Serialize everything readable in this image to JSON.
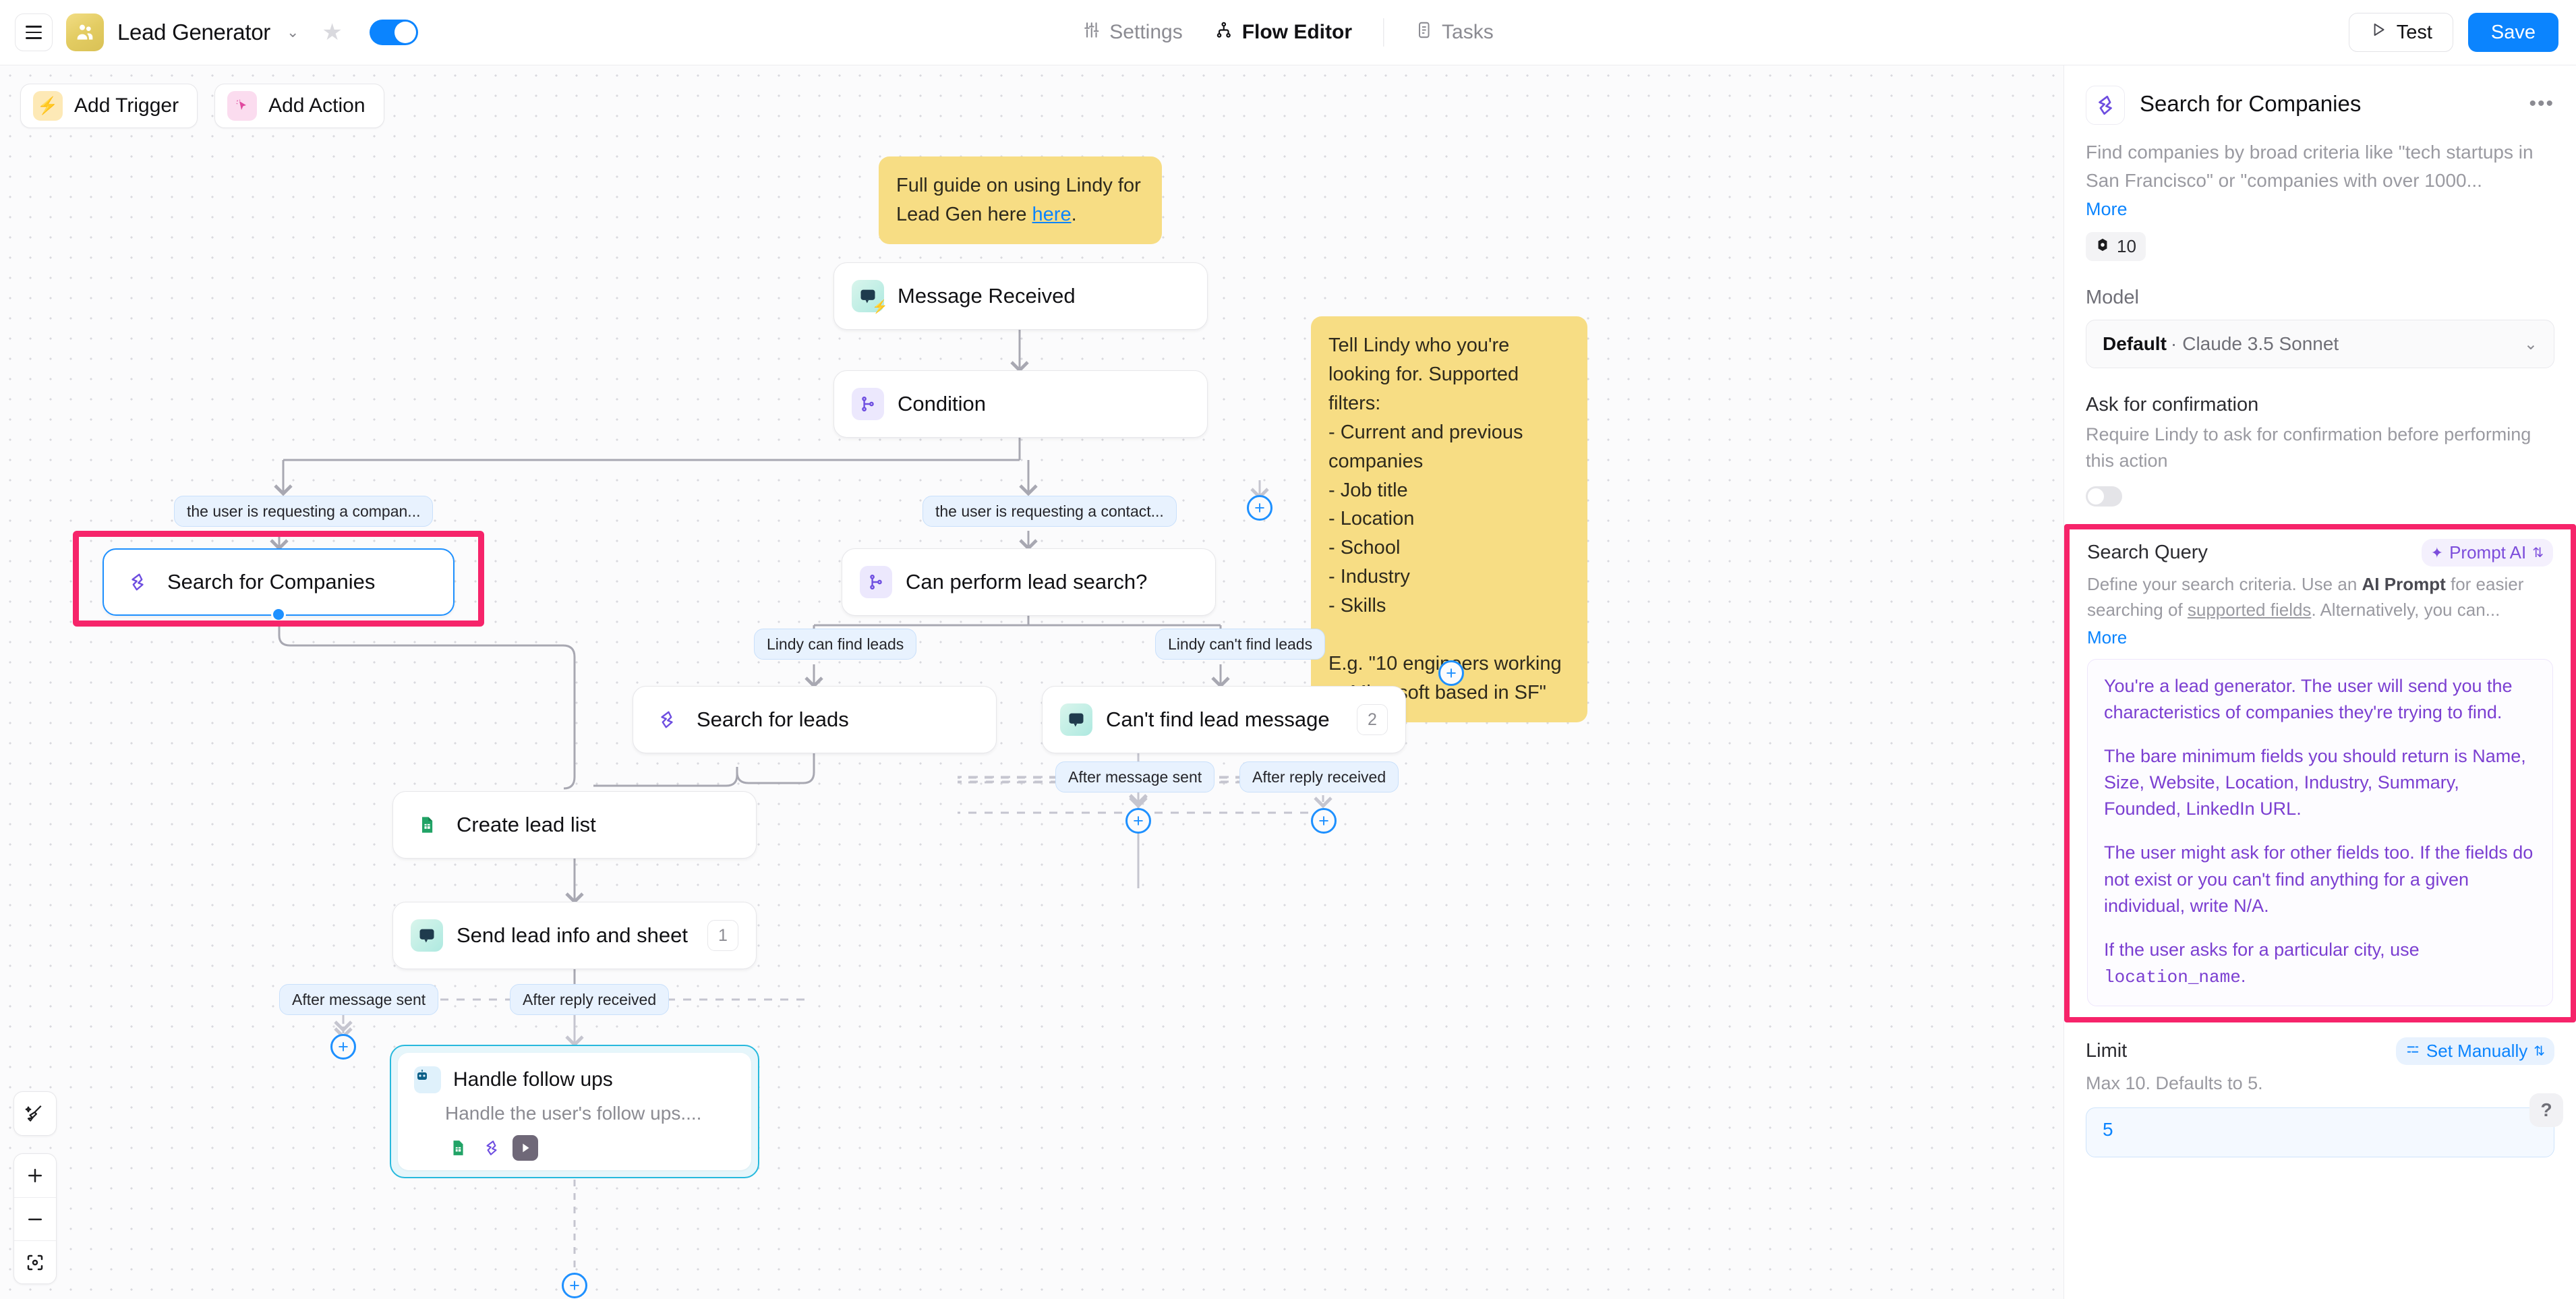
{
  "topbar": {
    "menu_icon": "hamburger-icon",
    "app_icon": "people-group-icon",
    "app_title": "Lead Generator",
    "chevron": "⌄",
    "star_icon": "★",
    "enabled_toggle": true,
    "nav": [
      {
        "label": "Settings",
        "icon": "sliders-icon",
        "active": false
      },
      {
        "label": "Flow Editor",
        "icon": "flow-tree-icon",
        "active": true
      },
      {
        "label": "Tasks",
        "icon": "tasks-list-icon",
        "active": false
      }
    ],
    "test_label": "Test",
    "save_label": "Save"
  },
  "canvas": {
    "add_trigger_label": "Add Trigger",
    "add_action_label": "Add Action",
    "sticky_notes": [
      {
        "id": "guide",
        "text_before": "Full guide on using Lindy for Lead Gen here ",
        "link_text": "here",
        "text_after": "."
      },
      {
        "id": "filters",
        "text": "Tell Lindy who you're looking for. Supported filters:\n- Current and previous companies\n- Job title\n- Location\n- School\n- Industry\n- Skills\n\nE.g. \"10 engineers working at Microsoft based in SF\""
      }
    ],
    "nodes": [
      {
        "id": "message-received",
        "label": "Message Received",
        "icon": "chat-bubble-trigger-icon",
        "count": null
      },
      {
        "id": "condition",
        "label": "Condition",
        "icon": "branch-icon",
        "count": null
      },
      {
        "id": "search-for-companies",
        "label": "Search for Companies",
        "icon": "lindy-search-icon",
        "count": null,
        "selected": true,
        "highlighted": true
      },
      {
        "id": "can-perform-lead-search",
        "label": "Can perform lead search?",
        "icon": "branch-icon",
        "count": null
      },
      {
        "id": "search-for-leads",
        "label": "Search for leads",
        "icon": "lindy-search-icon",
        "count": null
      },
      {
        "id": "cant-find-lead-message",
        "label": "Can't find lead message",
        "icon": "chat-bubble-icon",
        "count": "2"
      },
      {
        "id": "create-lead-list",
        "label": "Create lead list",
        "icon": "google-sheets-icon",
        "count": null
      },
      {
        "id": "send-lead-info-and-sheet",
        "label": "Send lead info and sheet",
        "icon": "chat-bubble-icon",
        "count": "1"
      }
    ],
    "pills": [
      {
        "id": "pill-company",
        "label": "the user is requesting a compan..."
      },
      {
        "id": "pill-contact",
        "label": "the user is requesting a contact..."
      },
      {
        "id": "pill-can-find",
        "label": "Lindy can find leads"
      },
      {
        "id": "pill-cant-find",
        "label": "Lindy can't find leads"
      },
      {
        "id": "pill-after-msg-1",
        "label": "After message sent"
      },
      {
        "id": "pill-after-reply-1",
        "label": "After reply received"
      },
      {
        "id": "pill-after-msg-2",
        "label": "After message sent"
      },
      {
        "id": "pill-after-reply-2",
        "label": "After reply received"
      }
    ],
    "agent_card": {
      "title": "Handle follow ups",
      "icon": "robot-icon",
      "subtitle": "Handle the user's follow ups....",
      "tools": [
        "google-sheets-icon",
        "lindy-search-icon",
        "play-triangle-icon"
      ]
    },
    "controls": {
      "cleanup_icon": "magic-broom-icon",
      "zoom_in_icon": "plus-icon",
      "zoom_out_icon": "minus-icon",
      "fit_icon": "fit-to-screen-icon"
    }
  },
  "panel": {
    "icon": "lindy-search-icon",
    "title": "Search for Companies",
    "menu_icon": "ellipsis-icon",
    "description": "Find companies by broad criteria like \"tech startups in San Francisco\" or \"companies with over 1000...",
    "more_label": "More",
    "credits": "10",
    "credit_icon": "credit-gem-icon",
    "model": {
      "label": "Model",
      "prefix": "Default",
      "separator": "·",
      "value": "Claude 3.5 Sonnet",
      "chevron_icon": "chevron-down-icon"
    },
    "confirmation": {
      "label": "Ask for confirmation",
      "description": "Require Lindy to ask for confirmation before performing this action",
      "enabled": false
    },
    "search_query": {
      "label": "Search Query",
      "prompt_ai_label": "Prompt AI",
      "prompt_ai_icon": "sparkles-icon",
      "prompt_ai_chevron": "⌃⌄",
      "desc_part1": "Define your search criteria. Use an ",
      "desc_bold": "AI Prompt",
      "desc_part2": " for easier searching of ",
      "desc_underline": "supported fields",
      "desc_part3": ". Alternatively, you can...",
      "more_label": "More",
      "paragraphs": [
        "You're a lead generator. The user will send you the characteristics of companies they're trying to find.",
        "The bare minimum fields you should return is Name, Size, Website, Location, Industry, Summary, Founded, LinkedIn URL.",
        "The user might ask for other fields too. If the fields do not exist or you can't find anything for a given individual, write N/A."
      ],
      "last_paragraph_text": "If the user asks for a particular city, use ",
      "last_paragraph_code": "location_name",
      "last_paragraph_tail": "."
    },
    "limit": {
      "label": "Limit",
      "set_manually_label": "Set Manually",
      "set_manually_icon": "sliders-small-icon",
      "set_manually_chevron": "⌃⌄",
      "description": "Max 10. Defaults to 5.",
      "value": "5",
      "help_icon": "question-mark-icon"
    }
  },
  "colors": {
    "accent_blue": "#0b84fe",
    "highlight_pink": "#f6246a",
    "purple": "#7b3fd1",
    "sticky_yellow": "#f7dd84"
  }
}
